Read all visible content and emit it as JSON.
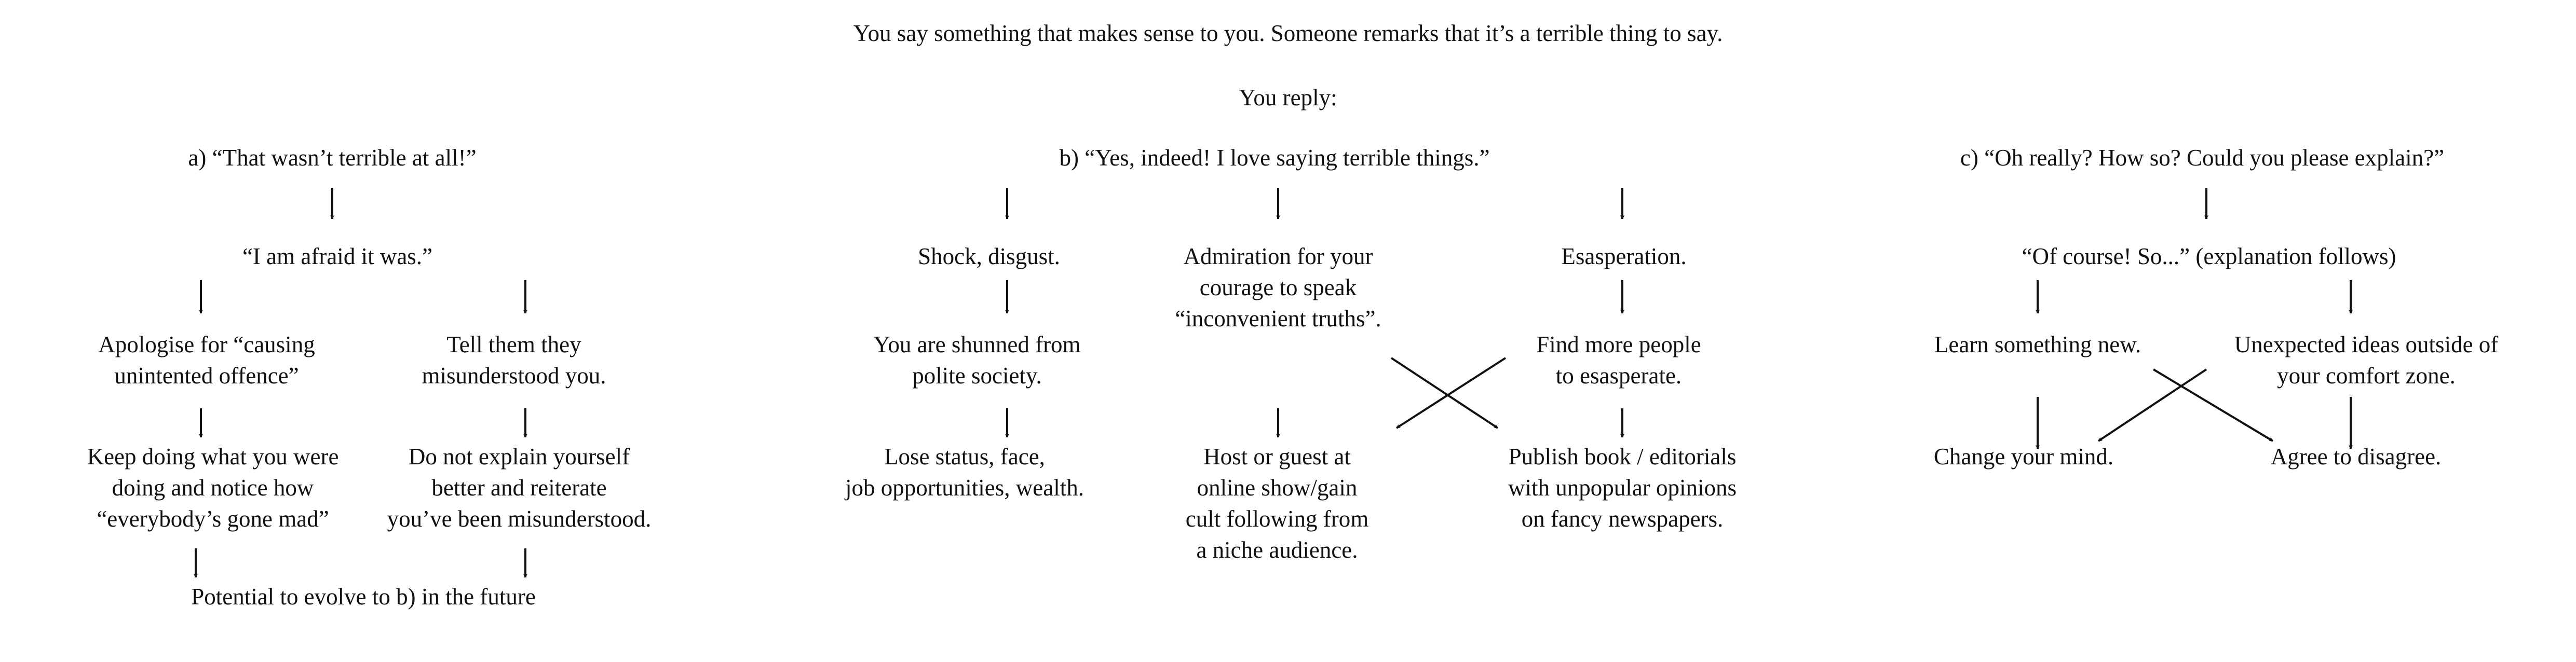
{
  "header": {
    "intro": "You say something that makes sense to you. Someone remarks that it’s a terrible thing to say.",
    "prompt": "You reply:"
  },
  "branch_a": {
    "title": "a) “That wasn’t terrible at all!”",
    "response": "“I am afraid it was.”",
    "left_1": "Apologise for “causing\nunintented offence”",
    "left_2": "Keep doing what you were\ndoing and notice how\n“everybody’s gone mad”",
    "right_1": "Tell them they\nmisunderstood you.",
    "right_2": "Do not explain yourself\nbetter and reiterate\nyou’ve been misunderstood.",
    "outcome": "Potential to evolve to b) in the future"
  },
  "branch_b": {
    "title": "b) “Yes, indeed! I love saying terrible things.”",
    "col1_1": "Shock, disgust.",
    "col1_2": "You are shunned from\npolite society.",
    "col1_3": "Lose status, face,\njob opportunities, wealth.",
    "col2_1": "Admiration for your\ncourage to speak\n“inconvenient truths”.",
    "col2_2": "Host or guest at\nonline show/gain\ncult following from\na niche audience.",
    "col3_1": "Esasperation.",
    "col3_2": "Find more people\nto esasperate.",
    "col3_3": "Publish book / editorials\nwith unpopular opinions\non fancy newspapers."
  },
  "branch_c": {
    "title": "c) “Oh really? How so? Could you please explain?”",
    "response": "“Of course! So...” (explanation follows)",
    "left_1": "Learn something new.",
    "right_1": "Unexpected ideas outside of\nyour comfort zone.",
    "left_2": "Change your mind.",
    "right_2": "Agree to disagree."
  }
}
